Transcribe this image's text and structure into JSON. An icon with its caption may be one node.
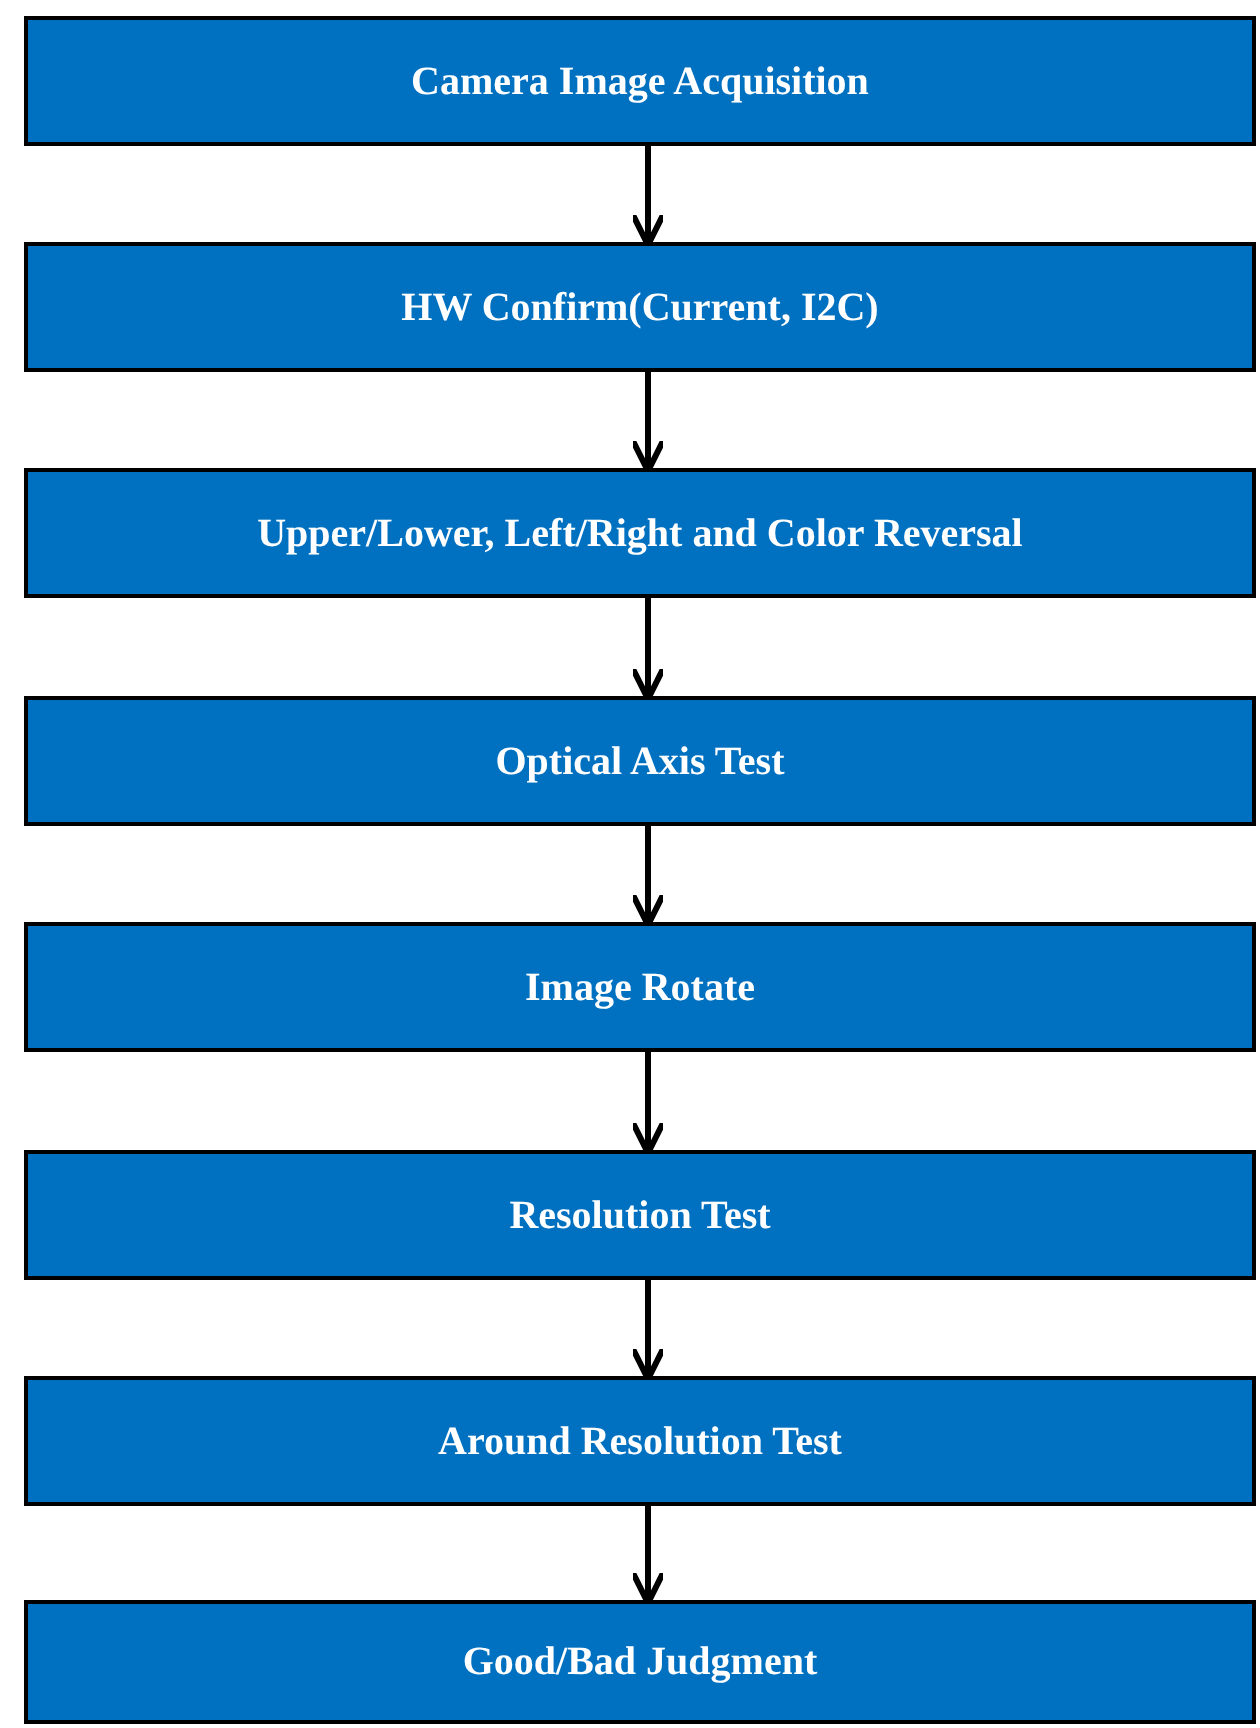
{
  "diagram": {
    "nodes": [
      {
        "text": [
          "Camera Image Acquisition"
        ]
      },
      {
        "text": [
          "HW Confirm(Current, I2C)"
        ]
      },
      {
        "text": [
          "Upper/Lower, Left/Right and Color Reversal"
        ]
      },
      {
        "text": [
          "Optical Axis Test"
        ]
      },
      {
        "text": [
          "Image Rotate"
        ]
      },
      {
        "text": [
          "Resolution Test"
        ]
      },
      {
        "text": [
          "Around Resolution Test"
        ]
      },
      {
        "text": [
          "Good/Bad Judgment"
        ]
      }
    ],
    "edges": [
      {
        "from": 0,
        "to": 1,
        "arrow": "to"
      },
      {
        "from": 1,
        "to": 2,
        "arrow": "to"
      },
      {
        "from": 2,
        "to": 3,
        "arrow": "to"
      },
      {
        "from": 3,
        "to": 4,
        "arrow": "to"
      },
      {
        "from": 4,
        "to": 5,
        "arrow": "to"
      },
      {
        "from": 5,
        "to": 6,
        "arrow": "to"
      },
      {
        "from": 6,
        "to": 7,
        "arrow": "to"
      }
    ]
  }
}
